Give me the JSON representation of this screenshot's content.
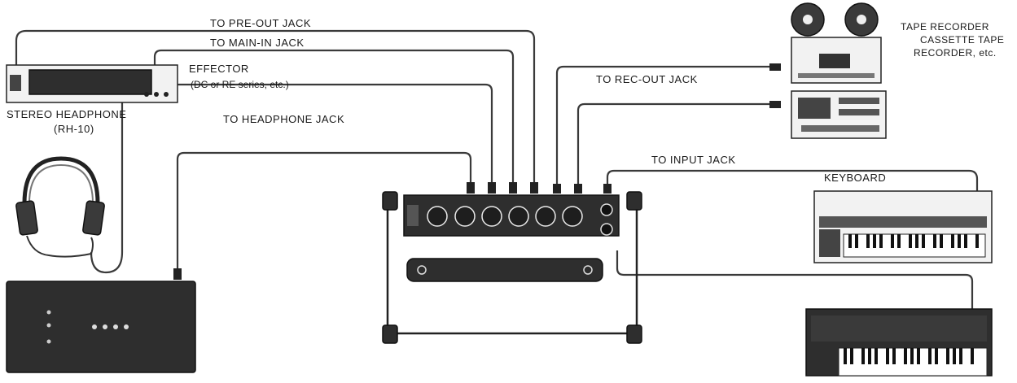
{
  "labels": {
    "pre_out": "TO PRE-OUT JACK",
    "main_in": "TO MAIN-IN JACK",
    "effector_title": "EFFECTOR",
    "effector_sub": "(DC or RE series, etc.)",
    "stereo_headphone": "STEREO HEADPHONE",
    "rh10": "(RH-10)",
    "headphone_jack": "TO HEADPHONE JACK",
    "rec_out": "TO REC-OUT JACK",
    "tape_line1": "TAPE RECORDER",
    "tape_line2": "CASSETTE TAPE",
    "tape_line3": "RECORDER, etc.",
    "input_jack": "TO INPUT JACK",
    "keyboard": "KEYBOARD"
  }
}
